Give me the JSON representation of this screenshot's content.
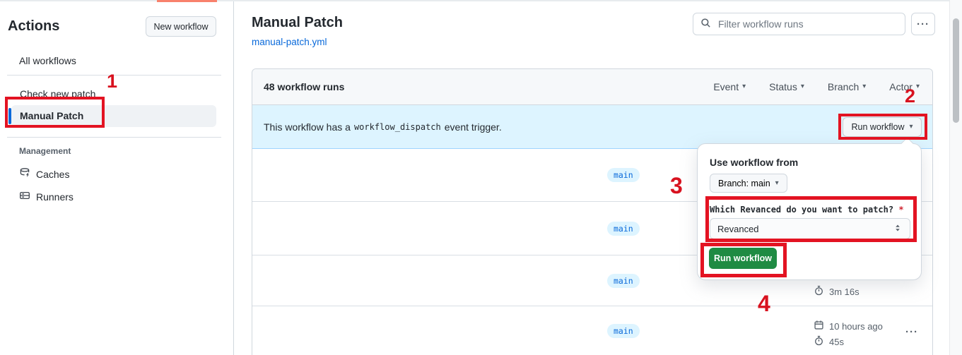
{
  "colors": {
    "accent_blue": "#0969da",
    "annotation_red": "#e31322",
    "green_button": "#1f8b43",
    "banner_bg": "#ddf4ff",
    "badge_bg": "#ddf4ff"
  },
  "icons": {
    "kebab": "···",
    "caret_down": "▾",
    "search": "magnifier",
    "stopwatch": "stopwatch",
    "calendar": "calendar",
    "caches": "database-with-bolt",
    "runners": "server-box",
    "select_updown": "up-down-arrows"
  },
  "annotations": {
    "labels": [
      "1",
      "2",
      "3",
      "4"
    ]
  },
  "sidebar": {
    "title": "Actions",
    "new_workflow_button": "New workflow",
    "all_workflows": "All workflows",
    "check_new_patch": "Check new patch",
    "manual_patch": "Manual Patch",
    "management_label": "Management",
    "caches": "Caches",
    "runners": "Runners"
  },
  "main_header": {
    "title": "Manual Patch",
    "workflow_file": "manual-patch.yml",
    "filter_placeholder": "Filter workflow runs"
  },
  "runs_table": {
    "count_label": "48 workflow runs",
    "filters": [
      "Event",
      "Status",
      "Branch",
      "Actor"
    ],
    "banner": {
      "text_before": "This workflow has a",
      "code": "workflow_dispatch",
      "text_after": "event trigger.",
      "run_workflow_button": "Run workflow"
    },
    "rows": [
      {
        "branch": "main"
      },
      {
        "branch": "main"
      },
      {
        "branch": "main",
        "duration": "3m 16s"
      },
      {
        "branch": "main",
        "date": "10 hours ago",
        "duration": "45s"
      }
    ]
  },
  "run_panel": {
    "heading": "Use workflow from",
    "branch_selector": "Branch: main",
    "input_label": "Which Revanced do you want to patch?",
    "required_mark": "*",
    "select_value": "Revanced",
    "run_button": "Run workflow"
  }
}
